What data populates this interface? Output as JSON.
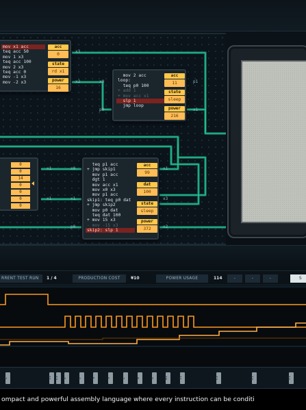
{
  "chips": {
    "chip_a": {
      "code": [
        "mov x1 acc",
        "teq acc 50",
        "mov 1 x3",
        "teq acc 100",
        "mov 2 x3",
        "teq acc 0",
        "mov -1 x3",
        "mov -2 x3"
      ],
      "highlight": 0,
      "regs": [
        {
          "label": "acc",
          "value": "0"
        },
        {
          "label": "state",
          "value": "rd x1"
        },
        {
          "label": "power",
          "value": "16"
        }
      ],
      "pins": {
        "right_top": "x3",
        "right_bottom": "x2"
      }
    },
    "chip_b": {
      "code": [
        "  mov 2 acc",
        "loop:",
        "  teq p0 100",
        "+ add 1",
        "+ mov acc x1",
        "  slp 1",
        "  jmp loop"
      ],
      "highlight": 5,
      "dim": [
        3,
        4
      ],
      "regs": [
        {
          "label": "acc",
          "value": "11"
        },
        {
          "label": "state",
          "value": "sleep"
        },
        {
          "label": "power",
          "value": "216"
        }
      ],
      "pins": {
        "left_top": "x0",
        "left_bottom": "p0",
        "right_top": "p1",
        "right_bottom": "x1"
      }
    },
    "chip_c": {
      "code": [
        "  teq p1 acc",
        "+ jmp skip1",
        "  mov p1 acc",
        "  dgt 1",
        "  mov acc x1",
        "  mov x0 x3",
        "  mov p1 acc",
        "skip1: teq p0 dat",
        "+ jmp skip2",
        "  mov p0 dat",
        "  teq dat 100",
        "+ mov 15 x3",
        "- mov -15 x3",
        "skip2: slp 1"
      ],
      "highlight": 13,
      "dim": [
        12
      ],
      "regs": [
        {
          "label": "acc",
          "value": "99"
        },
        {
          "label": "dat",
          "value": "100"
        },
        {
          "label": "state",
          "value": "sleep"
        },
        {
          "label": "power",
          "value": "372"
        }
      ],
      "pins": {
        "left_a": "x0",
        "left_b": "x1",
        "left_c": "p0",
        "right_a": "x1",
        "right_b": "x3",
        "right_c": "x2"
      }
    }
  },
  "rom": {
    "values": [
      "0",
      "0",
      "14",
      "0",
      "0",
      "0",
      "0"
    ],
    "pins": {
      "top": "x1",
      "bottom": "x1"
    }
  },
  "status": {
    "test_run_label": "RRENT TEST RUN",
    "test_run_value": "1 / 4",
    "cost_label": "PRODUCTION COST",
    "cost_value": "¥10",
    "power_label": "POWER USAGE",
    "power_value": "114",
    "dashes": [
      "-",
      "-",
      "-"
    ],
    "end_tab": "S"
  },
  "tape": {
    "ticks": [
      "2",
      "11",
      "12",
      "3",
      "4",
      "5",
      "6",
      "7",
      "8",
      "9",
      "10",
      "11",
      "12",
      "13",
      "14"
    ]
  },
  "caption": "ompact and powerful assembly language where every instruction can be conditi",
  "colors": {
    "trace": "#2ed6a6",
    "wave": "#ff9a1f",
    "register": "#ffbd55",
    "highlight": "#7a2320"
  }
}
